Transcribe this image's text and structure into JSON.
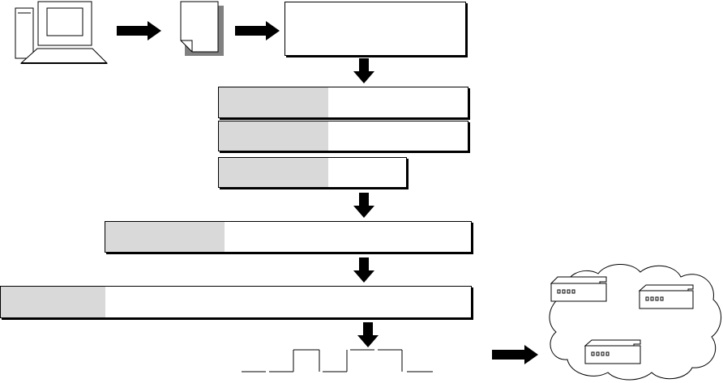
{
  "diagram": {
    "nodes": [
      {
        "id": "computer",
        "icon": "desktop-computer-icon"
      },
      {
        "id": "document",
        "icon": "document-page-icon"
      },
      {
        "id": "top-box",
        "label": ""
      },
      {
        "id": "layer-row-1",
        "label": ""
      },
      {
        "id": "layer-row-2",
        "label": ""
      },
      {
        "id": "layer-row-3",
        "label": ""
      },
      {
        "id": "layer-row-4",
        "label": ""
      },
      {
        "id": "layer-row-5",
        "label": ""
      },
      {
        "id": "signal-waveform",
        "icon": "square-wave-icon"
      },
      {
        "id": "network-cloud",
        "icon": "cloud-icon"
      },
      {
        "id": "router-1",
        "icon": "network-device-icon"
      },
      {
        "id": "router-2",
        "icon": "network-device-icon"
      },
      {
        "id": "router-3",
        "icon": "network-device-icon"
      }
    ],
    "arrows": [
      {
        "from": "computer",
        "to": "document",
        "direction": "right"
      },
      {
        "from": "document",
        "to": "top-box",
        "direction": "right"
      },
      {
        "from": "top-box",
        "to": "layer-row-1",
        "direction": "down"
      },
      {
        "from": "layer-row-3",
        "to": "layer-row-4",
        "direction": "down"
      },
      {
        "from": "layer-row-4",
        "to": "layer-row-5",
        "direction": "down"
      },
      {
        "from": "layer-row-5",
        "to": "signal-waveform",
        "direction": "down"
      },
      {
        "from": "signal-waveform",
        "to": "network-cloud",
        "direction": "right"
      }
    ],
    "colors": {
      "stroke": "#000000",
      "fill": "#ffffff",
      "header_cell": "#d9d9d9",
      "page_shadow": "#808080"
    }
  }
}
